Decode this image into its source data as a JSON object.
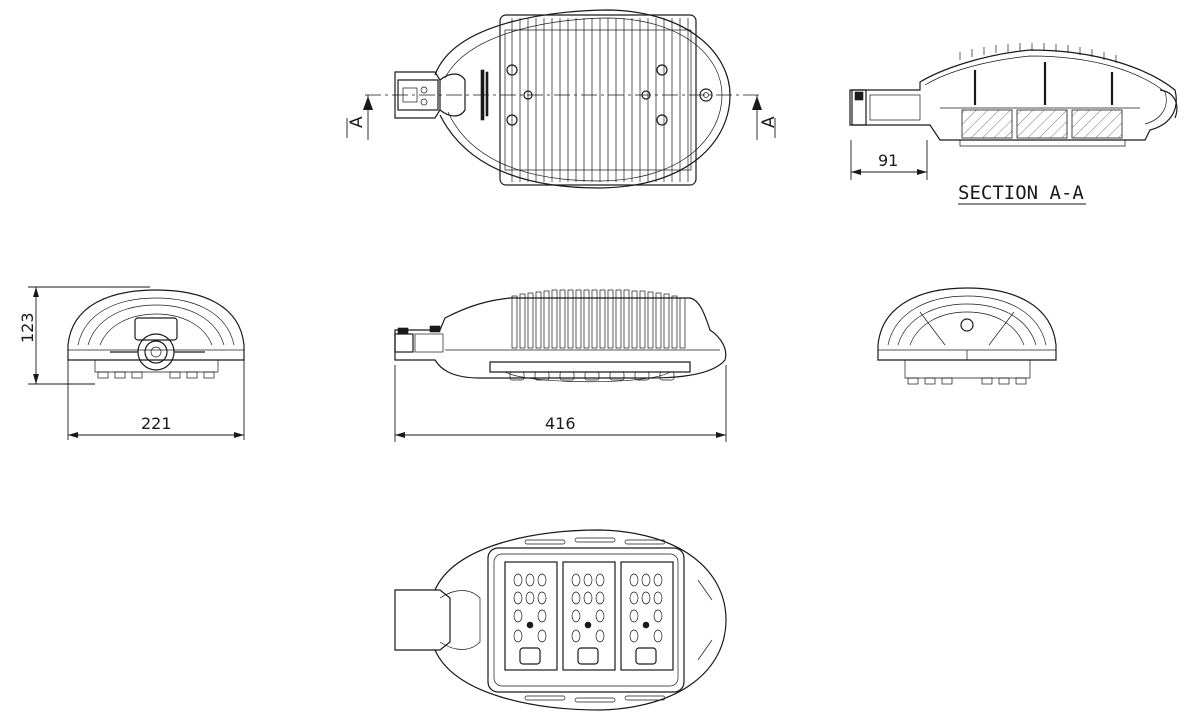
{
  "section_markers": {
    "left": "A",
    "right": "A"
  },
  "section_title": "SECTION A-A",
  "dimensions": {
    "section_width": "91",
    "front_height": "123",
    "front_width": "221",
    "side_length": "416"
  }
}
